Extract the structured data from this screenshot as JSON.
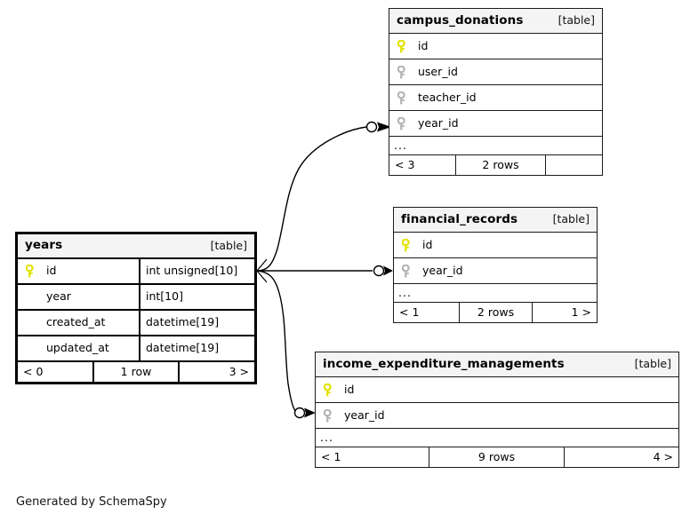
{
  "diagram": {
    "kind_label": "[table]",
    "ellipsis": "...",
    "footer_note": "Generated by SchemaSpy",
    "line_color": "#000000",
    "header_bg": "#f4f4f4",
    "pk_key_color": "#e8e800",
    "fk_key_color": "#b4b4b4"
  },
  "tables": [
    {
      "name": "campus_donations",
      "kind": "[table]",
      "focal": false,
      "columns": [
        {
          "key": "primary",
          "name": "id",
          "type": ""
        },
        {
          "key": "foreign",
          "name": "user_id",
          "type": ""
        },
        {
          "key": "foreign",
          "name": "teacher_id",
          "type": ""
        },
        {
          "key": "foreign",
          "name": "year_id",
          "type": ""
        }
      ],
      "has_ellipsis": true,
      "footer": {
        "left": "< 3",
        "middle": "2 rows",
        "right": ""
      }
    },
    {
      "name": "financial_records",
      "kind": "[table]",
      "focal": false,
      "columns": [
        {
          "key": "primary",
          "name": "id",
          "type": ""
        },
        {
          "key": "foreign",
          "name": "year_id",
          "type": ""
        }
      ],
      "has_ellipsis": true,
      "footer": {
        "left": "< 1",
        "middle": "2 rows",
        "right": "1 >"
      }
    },
    {
      "name": "years",
      "kind": "[table]",
      "focal": true,
      "columns": [
        {
          "key": "primary",
          "name": "id",
          "type": "int unsigned[10]"
        },
        {
          "key": "none",
          "name": "year",
          "type": "int[10]"
        },
        {
          "key": "none",
          "name": "created_at",
          "type": "datetime[19]"
        },
        {
          "key": "none",
          "name": "updated_at",
          "type": "datetime[19]"
        }
      ],
      "has_ellipsis": false,
      "footer": {
        "left": "< 0",
        "middle": "1 row",
        "right": "3 >"
      }
    },
    {
      "name": "income_expenditure_managements",
      "kind": "[table]",
      "focal": false,
      "columns": [
        {
          "key": "primary",
          "name": "id",
          "type": ""
        },
        {
          "key": "foreign",
          "name": "year_id",
          "type": ""
        }
      ],
      "has_ellipsis": true,
      "footer": {
        "left": "< 1",
        "middle": "9 rows",
        "right": "4 >"
      }
    }
  ],
  "relationships": [
    {
      "from": "years.id",
      "to": "campus_donations.year_id"
    },
    {
      "from": "years.id",
      "to": "financial_records.year_id"
    },
    {
      "from": "years.id",
      "to": "income_expenditure_managements.year_id"
    }
  ]
}
